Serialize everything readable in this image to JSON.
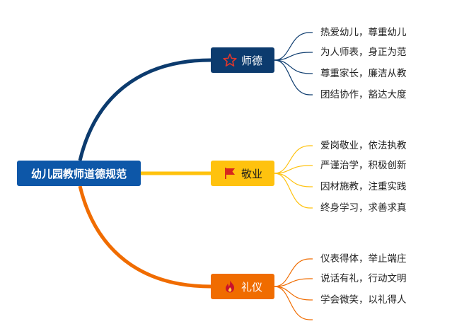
{
  "root": {
    "label": "幼儿园教师道德规范"
  },
  "branches": [
    {
      "label": "师德",
      "icon": "star-outline-icon",
      "color": "#0c3b6e",
      "items": [
        "热爱幼儿，尊重幼儿",
        "为人师表，身正为范",
        "尊重家长，廉洁从教",
        "团结协作，豁达大度"
      ]
    },
    {
      "label": "敬业",
      "icon": "flag-icon",
      "color": "#ffc20e",
      "items": [
        "爱岗敬业，依法执教",
        "严谨治学，积极创新",
        "因材施教，注重实践",
        "终身学习，求善求真"
      ]
    },
    {
      "label": "礼仪",
      "icon": "flame-icon",
      "color": "#f06c00",
      "items": [
        "仪表得体，举止端庄",
        "说话有礼，行动文明",
        "学会微笑，以礼得人"
      ]
    }
  ],
  "colors": {
    "root": "#0d57a8",
    "virtue": "#0c3b6e",
    "dedication": "#ffc20e",
    "etiquette": "#f06c00"
  }
}
